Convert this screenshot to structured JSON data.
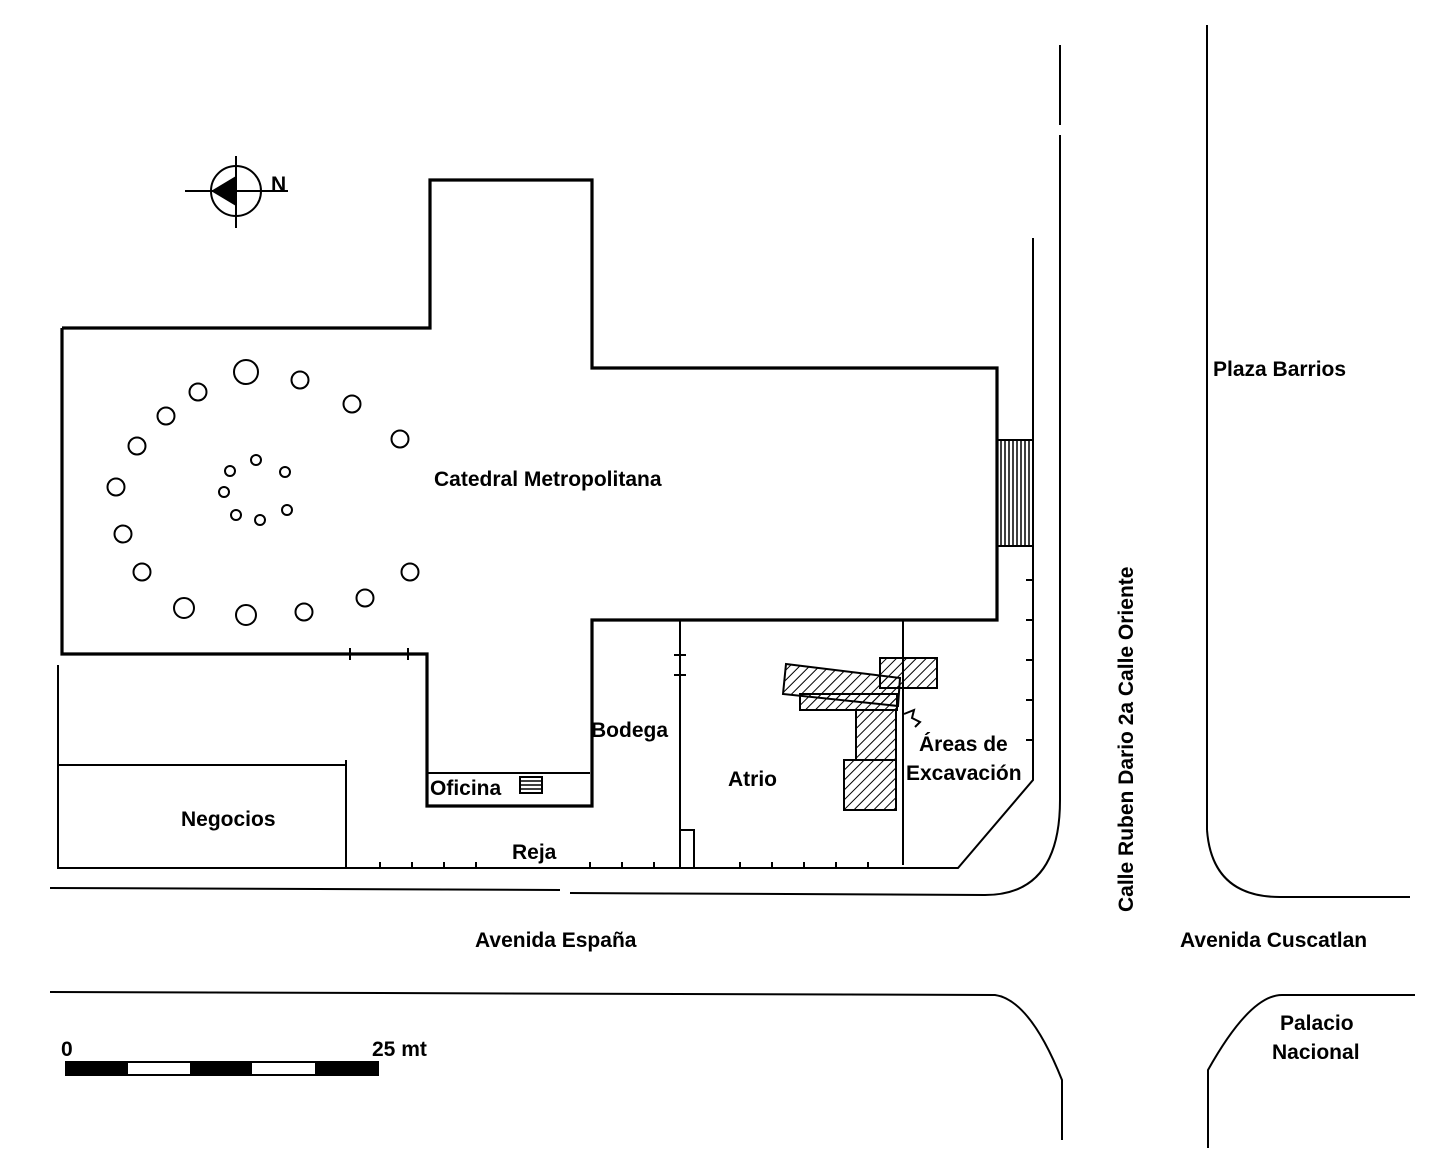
{
  "map": {
    "compass_label": "N",
    "labels": {
      "cathedral": "Catedral Metropolitana",
      "plaza": "Plaza Barrios",
      "street_vertical": "Calle Ruben Dario  2a Calle Oriente",
      "bodega": "Bodega",
      "atrio": "Atrio",
      "excavation_line1": "Áreas de",
      "excavation_line2": "Excavación",
      "oficina": "Oficina",
      "negocios": "Negocios",
      "reja": "Reja",
      "avenida_espana": "Avenida España",
      "avenida_cuscatlan": "Avenida Cuscatlan",
      "palacio_line1": "Palacio",
      "palacio_line2": "Nacional"
    },
    "scale_bar": {
      "start_label": "0",
      "end_label": "25 mt",
      "segments": 5
    }
  }
}
